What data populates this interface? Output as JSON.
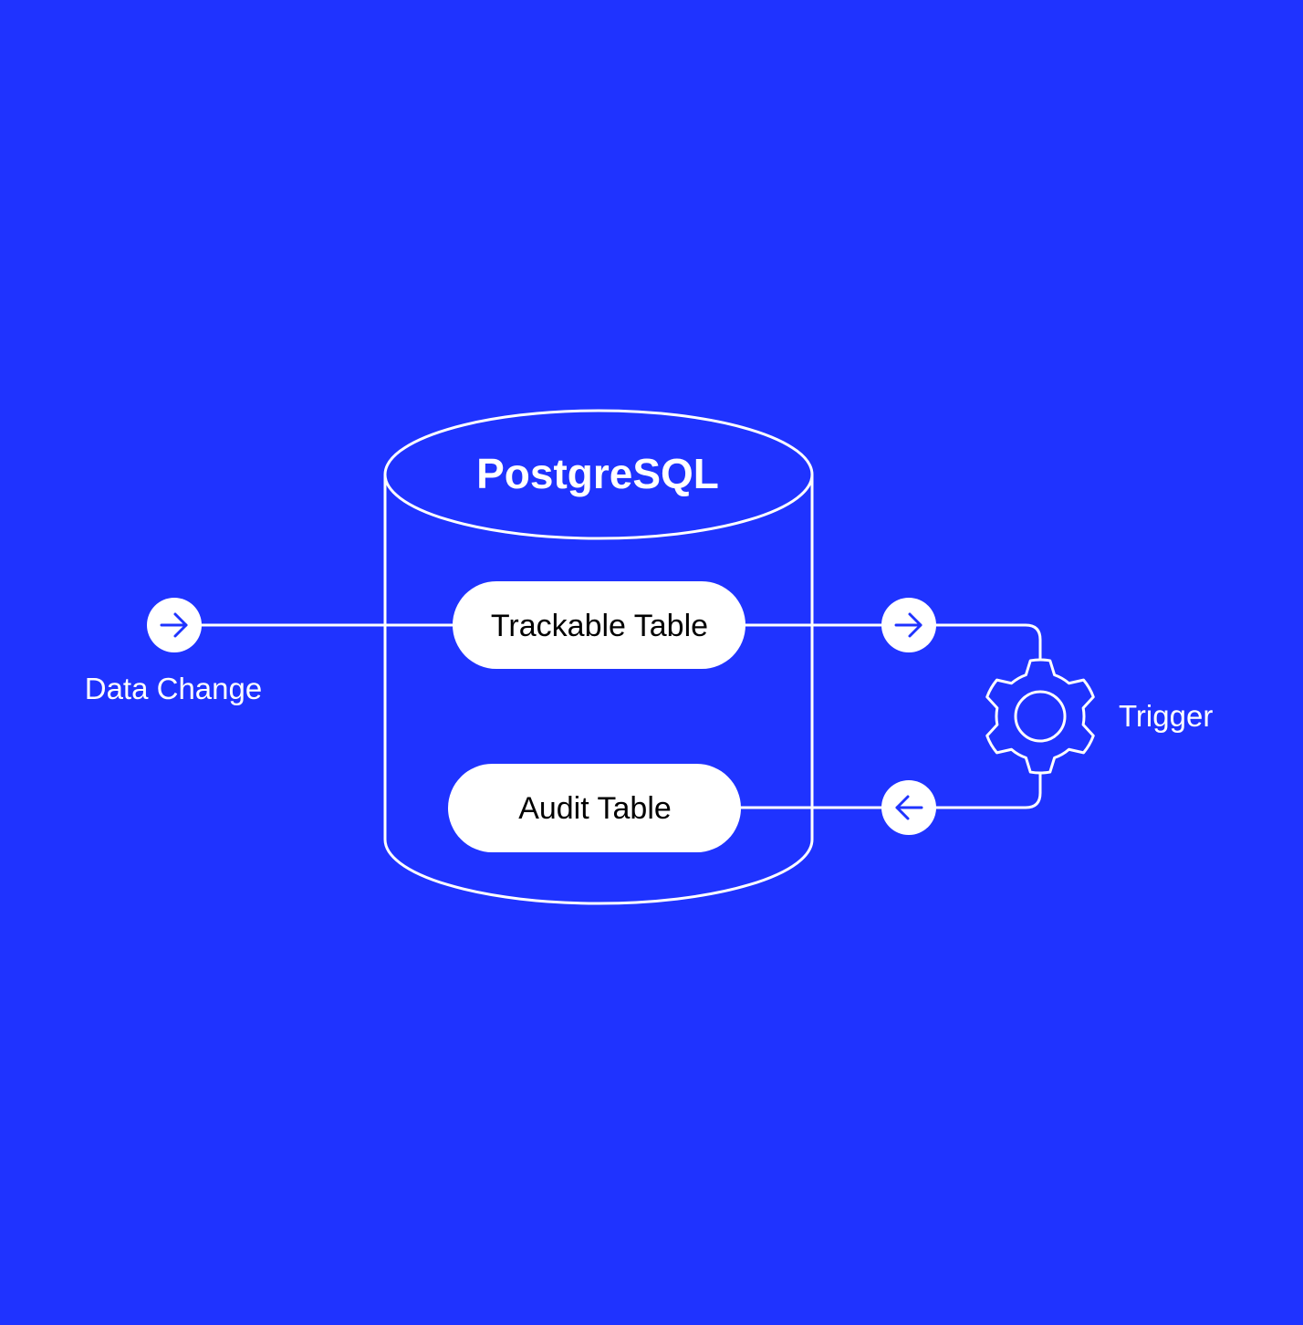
{
  "diagram": {
    "database": {
      "title": "PostgreSQL"
    },
    "tables": {
      "trackable": "Trackable Table",
      "audit": "Audit Table"
    },
    "labels": {
      "data_change": "Data Change",
      "trigger": "Trigger"
    },
    "icons": {
      "input_arrow": "arrow-right-icon",
      "out_arrow": "arrow-right-icon",
      "return_arrow": "arrow-left-icon",
      "trigger": "gear-icon"
    },
    "colors": {
      "background": "#1F33FF",
      "line": "#FFFFFF",
      "pill_fill": "#FFFFFF",
      "pill_text": "#000000",
      "arrow": "#1F33FF"
    }
  }
}
